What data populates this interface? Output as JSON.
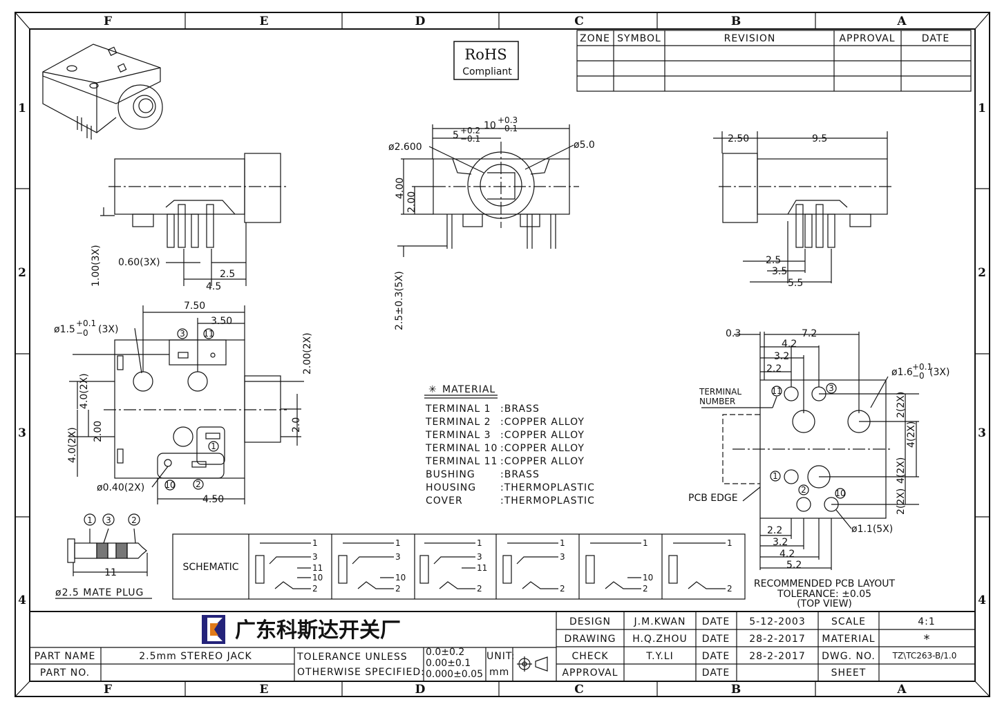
{
  "zones_top": [
    "F",
    "E",
    "D",
    "C",
    "B",
    "A"
  ],
  "zones_side": [
    "1",
    "2",
    "3",
    "4"
  ],
  "rohs": {
    "title": "RoHS",
    "subtitle": "Compliant"
  },
  "revision_table": {
    "headers": [
      "ZONE",
      "SYMBOL",
      "REVISION",
      "APPROVAL",
      "DATE"
    ]
  },
  "dims": {
    "side_left": {
      "d1": "1.00(3X)",
      "d2": "0.60(3X)",
      "d3": "2.5",
      "d4": "4.5"
    },
    "front": {
      "d_width": "10",
      "d_width_tol_up": "+0.3",
      "d_width_tol_dn": "−0.1",
      "d_half": "5",
      "d_half_tol_up": "+0.2",
      "d_half_tol_dn": "−0.1",
      "d_hole": "ø2.600",
      "d_outer": "ø5.0",
      "d_h": "4.00",
      "d_hh": "2.00",
      "d_pin": "2.5±0.3(5X)"
    },
    "side_right": {
      "d_a": "2.50",
      "d_b": "9.5",
      "d_c": "2.5",
      "d_d": "3.5",
      "d_e": "5.5"
    },
    "bottom": {
      "d_750": "7.50",
      "d_350": "3.50",
      "d_hole": "ø1.5",
      "d_hole_tol_up": "+0.1",
      "d_hole_tol_dn": "−0",
      "d_hole_qty": "(3X)",
      "d_40a": "4.0(2X)",
      "d_200": "2.00",
      "d_40b": "4.0(2X)",
      "d_200r": "2.00(2X)",
      "d_20": "2.0",
      "d_040": "ø0.40(2X)",
      "d_450": "4.50"
    },
    "pcb": {
      "d_03": "0.3",
      "d_72": "7.2",
      "d_42": "4.2",
      "d_32": "3.2",
      "d_22": "2.2",
      "d_hole": "ø1.6",
      "d_hole_tol_up": "+0.1",
      "d_hole_tol_dn": "−0",
      "d_hole_qty": "(3X)",
      "d_2r": "2(2X)",
      "d_4r": "4(2X)",
      "d_4r2": "4(2X)",
      "d_2r2": "2(2X)",
      "d_11": "ø1.1(5X)",
      "d_22b": "2.2",
      "d_32b": "3.2",
      "d_42b": "4.2",
      "d_52": "5.2",
      "terminal_label_1": "TERMINAL",
      "terminal_label_2": "NUMBER",
      "pcb_edge": "PCB EDGE",
      "caption_1": "RECOMMENDED PCB LAYOUT",
      "caption_2": "TOLERANCE: ±0.05",
      "caption_3": "(TOP VIEW)"
    }
  },
  "terminals": {
    "t1": "1",
    "t2": "2",
    "t3": "3",
    "t10": "10",
    "t11": "11"
  },
  "material": {
    "title": "MATERIAL",
    "rows": [
      {
        "part": "TERMINAL  1",
        "value": ":BRASS"
      },
      {
        "part": "TERMINAL  2",
        "value": ":COPPER  ALLOY"
      },
      {
        "part": "TERMINAL  3",
        "value": ":COPPER  ALLOY"
      },
      {
        "part": "TERMINAL  10",
        "value": ":COPPER  ALLOY"
      },
      {
        "part": "TERMINAL  11",
        "value": ":COPPER  ALLOY"
      },
      {
        "part": "BUSHING",
        "value": ":BRASS"
      },
      {
        "part": "HOUSING",
        "value": ":THERMOPLASTIC"
      },
      {
        "part": "COVER",
        "value": ":THERMOPLASTIC"
      }
    ]
  },
  "plug": {
    "length": "11",
    "caption": "ø2.5 MATE PLUG"
  },
  "schematic": {
    "label": "SCHEMATIC"
  },
  "title_block": {
    "company": "广东科斯达开关厂",
    "part_name_label": "PART NAME",
    "part_name": "2.5mm STEREO JACK",
    "part_no_label": "PART NO.",
    "tol_1": "TOLERANCE UNLESS",
    "tol_2": "OTHERWISE SPECIFIED:",
    "tol_v1": "0.0±0.2",
    "tol_v2": "0.00±0.1",
    "tol_v3": "0.000±0.05",
    "unit_label": "UNIT:",
    "unit_value": "mm",
    "design_label": "DESIGN",
    "design_name": "J.M.KWAN",
    "design_date": "5-12-2003",
    "drawing_label": "DRAWING",
    "drawing_name": "H.Q.ZHOU",
    "drawing_date": "28-2-2017",
    "check_label": "CHECK",
    "check_name": "T.Y.LI",
    "check_date": "28-2-2017",
    "approval_label": "APPROVAL",
    "date_label": "DATE",
    "scale_label": "SCALE",
    "scale": "4:1",
    "material_label": "MATERIAL",
    "material": "*",
    "dwg_label": "DWG. NO.",
    "dwg": "TZ\\TC263-B/1.0",
    "sheet_label": "SHEET"
  }
}
